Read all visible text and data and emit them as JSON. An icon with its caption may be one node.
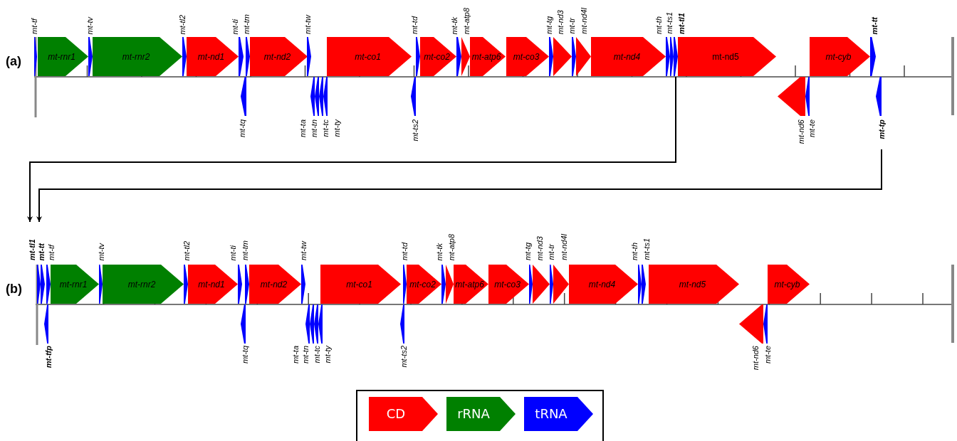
{
  "diagram": {
    "nodes": [
      {
        "text": [],
        "shape": "arrow",
        "beside": [
          "mt-tf"
        ]
      },
      {
        "text": [
          "mt-rnr1"
        ]
      },
      {
        "text": [],
        "shape": "arrow",
        "beside": [
          "mt-tv"
        ]
      },
      {
        "text": [
          "mt-rnr2"
        ]
      },
      {
        "text": [],
        "shape": "arrow",
        "beside": [
          "mt-tl2"
        ]
      },
      {
        "text": [
          "mt-nd1"
        ]
      },
      {
        "text": [],
        "shape": "arrow",
        "beside": [
          "mt-ti"
        ]
      },
      {
        "text": [],
        "shape": "arrow",
        "beside": [
          "mt-tm"
        ]
      },
      {
        "text": [
          "mt-nd2"
        ]
      },
      {
        "text": [],
        "shape": "arrow",
        "beside": [
          "mt-tw"
        ]
      },
      {
        "text": [
          "mt-co1"
        ]
      },
      {
        "text": [],
        "shape": "arrow",
        "beside": [
          "mt-td"
        ]
      },
      {
        "text": [
          "mt-co2"
        ]
      },
      {
        "text": [],
        "shape": "arrow",
        "beside": [
          "mt-tk"
        ]
      },
      {
        "text": [],
        "shape": "arrow",
        "beside": [
          "mt-atp8"
        ]
      },
      {
        "text": [
          "mt-atp6"
        ]
      },
      {
        "text": [
          "mt-co3"
        ]
      },
      {
        "text": [],
        "shape": "arrow",
        "beside": [
          "mt-tg"
        ]
      },
      {
        "text": [],
        "shape": "arrow",
        "beside": [
          "mt-nd3"
        ]
      },
      {
        "text": [],
        "shape": "arrow",
        "beside": [
          "mt-tr"
        ]
      },
      {
        "text": [],
        "shape": "arrow",
        "beside": [
          "mt-nd4l"
        ]
      },
      {
        "text": [
          "mt-nd4"
        ]
      },
      {
        "text": [],
        "shape": "arrow",
        "beside": [
          "mt-th"
        ]
      },
      {
        "text": [],
        "shape": "arrow",
        "beside": [
          "mt-ts1"
        ]
      },
      {
        "text": [],
        "shape": "arrow",
        "beside": [
          "mt-tl1"
        ]
      },
      {
        "text": [
          "mt-nd5"
        ]
      },
      {
        "text": [
          "mt-cyb"
        ]
      },
      {
        "text": [],
        "shape": "arrow",
        "beside": [
          "mt-tt"
        ]
      },
      {
        "text": [],
        "shape": "arrow",
        "beside": [
          "mt-tq"
        ]
      },
      {
        "text": [],
        "shape": "arrow",
        "beside": [
          "mt-ta"
        ]
      },
      {
        "text": [],
        "shape": "arrow",
        "beside": [
          "mt-tn"
        ]
      },
      {
        "text": [],
        "shape": "arrow",
        "beside": [
          "mt-tc"
        ]
      },
      {
        "text": [],
        "shape": "arrow",
        "beside": [
          "mt-ty"
        ]
      },
      {
        "text": [],
        "shape": "arrow",
        "beside": [
          "mt-ts2"
        ]
      },
      {
        "text": [],
        "shape": "arrow",
        "beside": [
          "mt-nd6"
        ]
      },
      {
        "text": [],
        "shape": "arrow",
        "beside": [
          "mt-te"
        ]
      },
      {
        "text": [],
        "shape": "arrow",
        "beside": [
          "mt-tp"
        ]
      },
      {
        "text": [],
        "shape": "arrow",
        "beside": [
          "mt-tl1"
        ]
      },
      {
        "text": [],
        "shape": "arrow",
        "beside": [
          "mt-tt"
        ]
      },
      {
        "text": [],
        "shape": "arrow",
        "beside": [
          "mt-tf"
        ]
      },
      {
        "text": [
          "mt-rnr1"
        ]
      },
      {
        "text": [],
        "shape": "arrow",
        "beside": [
          "mt-tv"
        ]
      },
      {
        "text": [
          "mt-rnr2"
        ]
      },
      {
        "text": [],
        "shape": "arrow",
        "beside": [
          "mt-tl2"
        ]
      },
      {
        "text": [
          "mt-nd1"
        ]
      },
      {
        "text": [],
        "shape": "arrow",
        "beside": [
          "mt-ti"
        ]
      },
      {
        "text": [],
        "shape": "arrow",
        "beside": [
          "mt-tm"
        ]
      },
      {
        "text": [
          "mt-nd2"
        ]
      },
      {
        "text": [],
        "shape": "arrow",
        "beside": [
          "mt-tw"
        ]
      },
      {
        "text": [
          "mt-co1"
        ]
      },
      {
        "text": [],
        "shape": "arrow",
        "beside": [
          "mt-td"
        ]
      },
      {
        "text": [
          "mt-co2"
        ]
      },
      {
        "text": [],
        "shape": "arrow",
        "beside": [
          "mt-tk"
        ]
      },
      {
        "text": [],
        "shape": "arrow",
        "beside": [
          "mt-atp8"
        ]
      },
      {
        "text": [
          "mt-atp6"
        ]
      },
      {
        "text": [
          "mt-co3"
        ]
      },
      {
        "text": [],
        "shape": "arrow",
        "beside": [
          "mt-tg"
        ]
      },
      {
        "text": [],
        "shape": "arrow",
        "beside": [
          "mt-nd3"
        ]
      },
      {
        "text": [],
        "shape": "arrow",
        "beside": [
          "mt-tr"
        ]
      },
      {
        "text": [],
        "shape": "arrow",
        "beside": [
          "mt-nd4l"
        ]
      },
      {
        "text": [
          "mt-nd4"
        ]
      },
      {
        "text": [],
        "shape": "arrow",
        "beside": [
          "mt-th"
        ]
      },
      {
        "text": [],
        "shape": "arrow",
        "beside": [
          "mt-ts1"
        ]
      },
      {
        "text": [
          "mt-nd5"
        ]
      },
      {
        "text": [
          "mt-cyb"
        ]
      },
      {
        "text": [],
        "shape": "arrow",
        "beside": [
          "mt-tfp"
        ]
      },
      {
        "text": [],
        "shape": "arrow",
        "beside": [
          "mt-tq"
        ]
      },
      {
        "text": [],
        "shape": "arrow",
        "beside": [
          "mt-ta"
        ]
      },
      {
        "text": [],
        "shape": "arrow",
        "beside": [
          "mt-tn"
        ]
      },
      {
        "text": [],
        "shape": "arrow",
        "beside": [
          "mt-tc"
        ]
      },
      {
        "text": [],
        "shape": "arrow",
        "beside": [
          "mt-ty"
        ]
      },
      {
        "text": [],
        "shape": "arrow",
        "beside": [
          "mt-ts2"
        ]
      },
      {
        "text": [],
        "shape": "arrow",
        "beside": [
          "mt-nd6"
        ]
      },
      {
        "text": [],
        "shape": "arrow",
        "beside": [
          "mt-te"
        ]
      }
    ],
    "edges": [
      {
        "from": 24,
        "to": 37,
        "arrow": "to"
      },
      {
        "from": 36,
        "to": 38,
        "arrow": "to"
      }
    ],
    "labels": [
      "(a)",
      "(b)"
    ],
    "legend": [
      {
        "text": "CD",
        "color": "#ff0000"
      },
      {
        "text": "rRNA",
        "color": "#008000"
      },
      {
        "text": "tRNA",
        "color": "#0000ff"
      }
    ]
  }
}
